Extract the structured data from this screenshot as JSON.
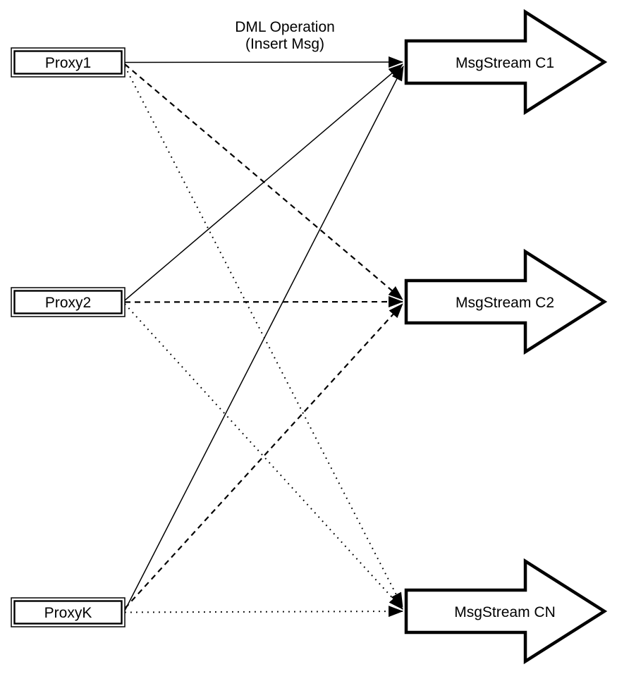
{
  "diagram": {
    "type": "fanout-connection-diagram",
    "edge_label": {
      "line1": "DML Operation",
      "line2": "(Insert Msg)"
    },
    "proxies": [
      {
        "id": "proxy1",
        "label": "Proxy1"
      },
      {
        "id": "proxy2",
        "label": "Proxy2"
      },
      {
        "id": "proxyk",
        "label": "ProxyK"
      }
    ],
    "streams": [
      {
        "id": "c1",
        "label": "MsgStream C1"
      },
      {
        "id": "c2",
        "label": "MsgStream C2"
      },
      {
        "id": "cn",
        "label": "MsgStream CN"
      }
    ],
    "edges": [
      {
        "from": "Proxy1",
        "to": "MsgStream C1",
        "style": "solid"
      },
      {
        "from": "Proxy2",
        "to": "MsgStream C1",
        "style": "solid"
      },
      {
        "from": "ProxyK",
        "to": "MsgStream C1",
        "style": "solid"
      },
      {
        "from": "Proxy1",
        "to": "MsgStream C2",
        "style": "dashed"
      },
      {
        "from": "Proxy2",
        "to": "MsgStream C2",
        "style": "dashed"
      },
      {
        "from": "ProxyK",
        "to": "MsgStream C2",
        "style": "dashed"
      },
      {
        "from": "Proxy1",
        "to": "MsgStream CN",
        "style": "dotted"
      },
      {
        "from": "Proxy2",
        "to": "MsgStream CN",
        "style": "dotted"
      },
      {
        "from": "ProxyK",
        "to": "MsgStream CN",
        "style": "dotted"
      }
    ],
    "colors": {
      "stroke": "#000000",
      "fill": "#ffffff",
      "background": "#ffffff"
    }
  }
}
